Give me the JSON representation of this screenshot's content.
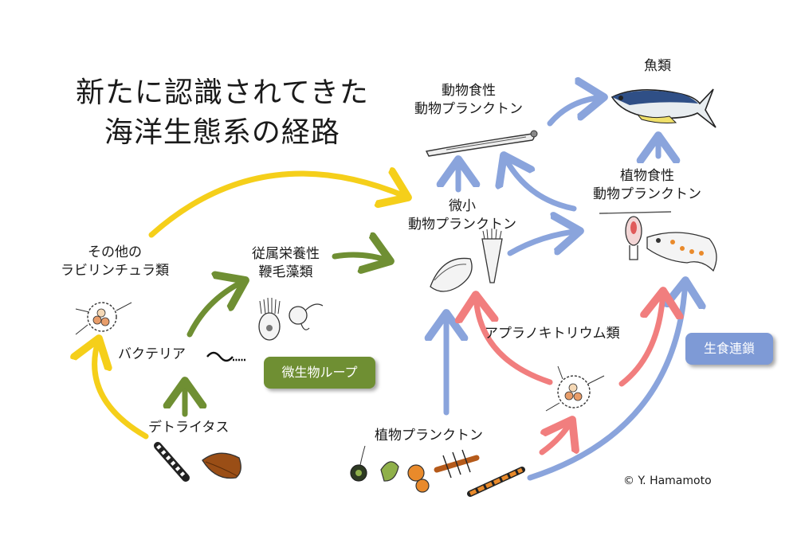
{
  "title": {
    "line1": "新たに認識されてきた",
    "line2": "海洋生態系の経路"
  },
  "labels": {
    "fish": "魚類",
    "carnivorous_zooplankton_1": "動物食性",
    "carnivorous_zooplankton_2": "動物プランクトン",
    "herbivorous_zooplankton_1": "植物食性",
    "herbivorous_zooplankton_2": "動物プランクトン",
    "microzooplankton_1": "微小",
    "microzooplankton_2": "動物プランクトン",
    "flagellates_1": "従属栄養性",
    "flagellates_2": "鞭毛藻類",
    "labyrinthulids_1": "その他の",
    "labyrinthulids_2": "ラビリンチュラ類",
    "bacteria": "バクテリア",
    "detritus": "デトライタス",
    "aplanochytrium": "アプラノキトリウム類",
    "phytoplankton": "植物プランクトン"
  },
  "badges": {
    "microbial_loop": "微生物ループ",
    "grazing_food_chain": "生食連鎖"
  },
  "copyright": "© Y. Hamamoto",
  "colors": {
    "yellow_arrow": "#f5cf1a",
    "green_arrow": "#6f8f33",
    "blue_arrow": "#8aa4dc",
    "pink_arrow": "#f17e7e",
    "microbial_loop_badge": "#6f8f33",
    "grazing_badge": "#7e9ad6"
  }
}
